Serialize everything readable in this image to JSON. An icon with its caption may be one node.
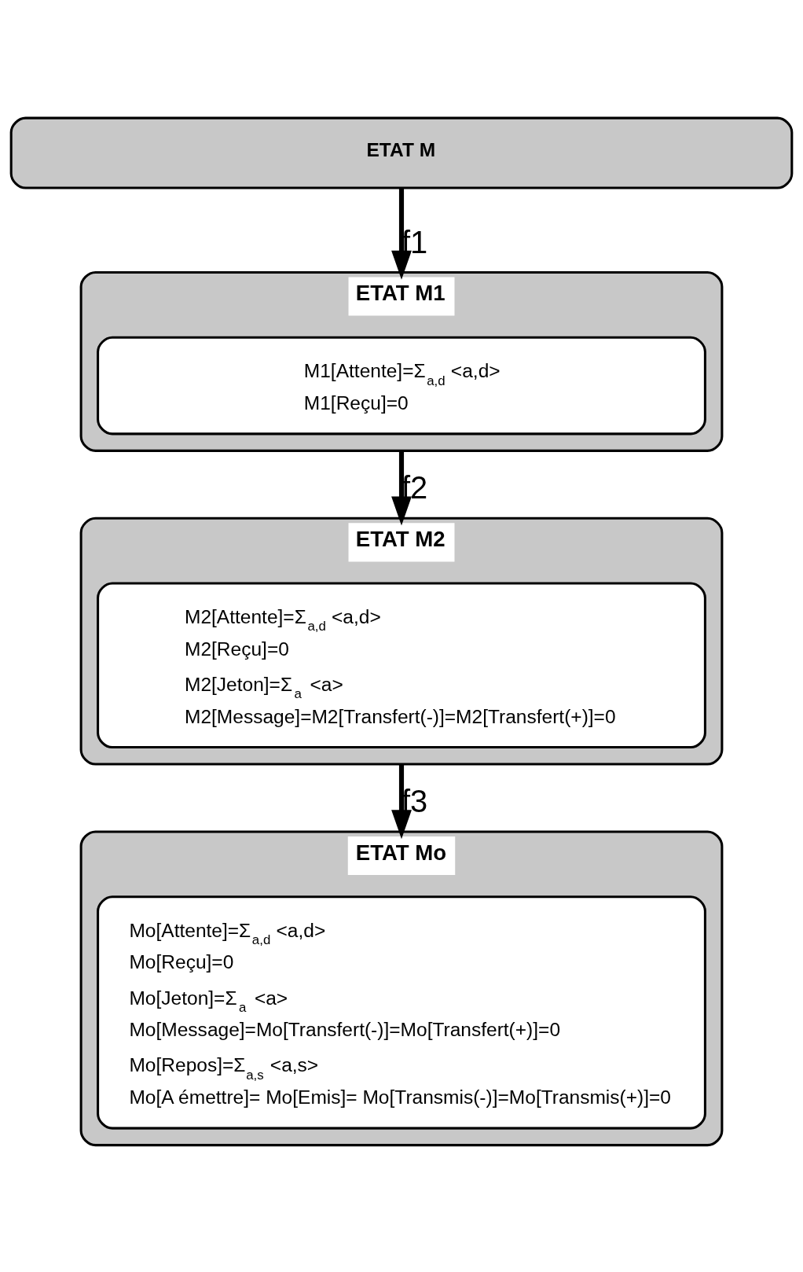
{
  "diagram": {
    "nodes": [
      {
        "text": [
          "ETAT M"
        ]
      },
      {
        "text": [
          "ETAT M1"
        ]
      },
      {
        "text": [
          "M1[Attente]=Σ$_{a,d}$ <a,d>",
          "M1[Reçu]=0"
        ],
        "in": 1
      },
      {
        "text": [
          "ETAT M2"
        ]
      },
      {
        "text": [
          "M2[Attente]=Σ$_{a,d}$ <a,d>",
          "M2[Reçu]=0",
          "M2[Jeton]=Σ$_{a}$ <a>",
          "M2[Message]=M2[Transfert(-)]=M2[Transfert(+)]=0"
        ],
        "in": 3
      },
      {
        "text": [
          "ETAT Mo"
        ]
      },
      {
        "text": [
          "Mo[Attente]=Σ$_{a,d}$ <a,d>",
          "Mo[Reçu]=0",
          "Mo[Jeton]=Σ$_{a}$ <a>",
          "Mo[Message]=Mo[Transfert(-)]=Mo[Transfert(+)]=0",
          "Mo[Repos]=Σ$_{a,s}$ <a,s>",
          "Mo[A émettre]= Mo[Emis]= Mo[Transmis(-)]=Mo[Transmis(+)]=0"
        ],
        "in": 5
      }
    ],
    "edges": [
      {
        "from": 0,
        "to": 1,
        "arrow": "to",
        "label": "f1"
      },
      {
        "from": 1,
        "to": 3,
        "arrow": "to",
        "label": "f2"
      },
      {
        "from": 3,
        "to": 5,
        "arrow": "to",
        "label": "f3"
      }
    ]
  }
}
